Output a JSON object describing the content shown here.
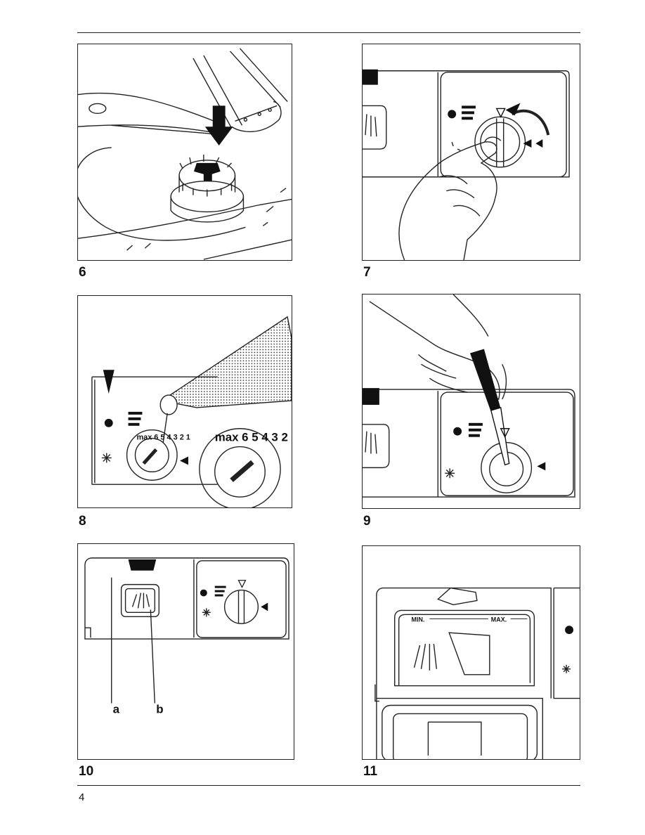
{
  "figures": [
    {
      "number": "6"
    },
    {
      "number": "7"
    },
    {
      "number": "8",
      "dial_scale": "max 6 5 4 3 2 1"
    },
    {
      "number": "9"
    },
    {
      "number": "10",
      "callouts": [
        "a",
        "b"
      ]
    },
    {
      "number": "11",
      "scale_min": "MIN.",
      "scale_max": "MAX."
    }
  ],
  "page_number": "4"
}
